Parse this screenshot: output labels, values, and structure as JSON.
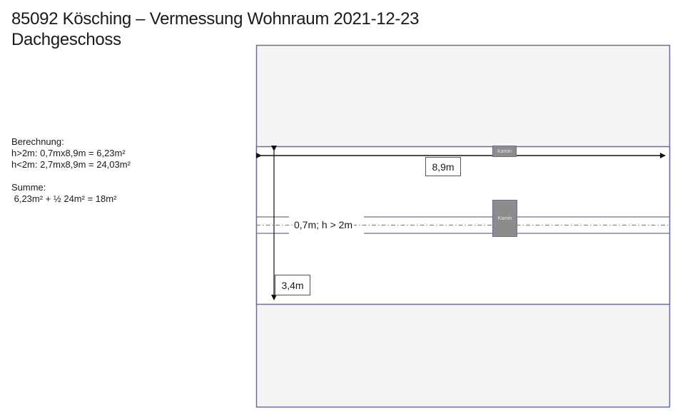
{
  "header": {
    "title_line1": "85092 Kösching – Vermessung Wohnraum 2021-12-23",
    "title_line2": "Dachgeschoss"
  },
  "calculation": {
    "heading": "Berechnung:",
    "lines": [
      "h>2m: 0,7mx8,9m = 6,23m²",
      "h<2m: 2,7mx8,9m = 24,03m²"
    ],
    "sum_heading": "Summe:",
    "sum_line": " 6,23m² + ½ 24m² = 18m²"
  },
  "floorplan": {
    "width_label": "8,9m",
    "depth_label": "3,4m",
    "corridor_label": "0,7m; h > 2m",
    "chimney_top_label": "Kamin",
    "chimney_center_label": "Kamin",
    "colors": {
      "outline": "#6a6f9a",
      "roof_fill": "#f5f5f6",
      "room_fill": "#ffffff",
      "chimney_fill": "#8c8c8e",
      "arrow": "#111111"
    }
  }
}
